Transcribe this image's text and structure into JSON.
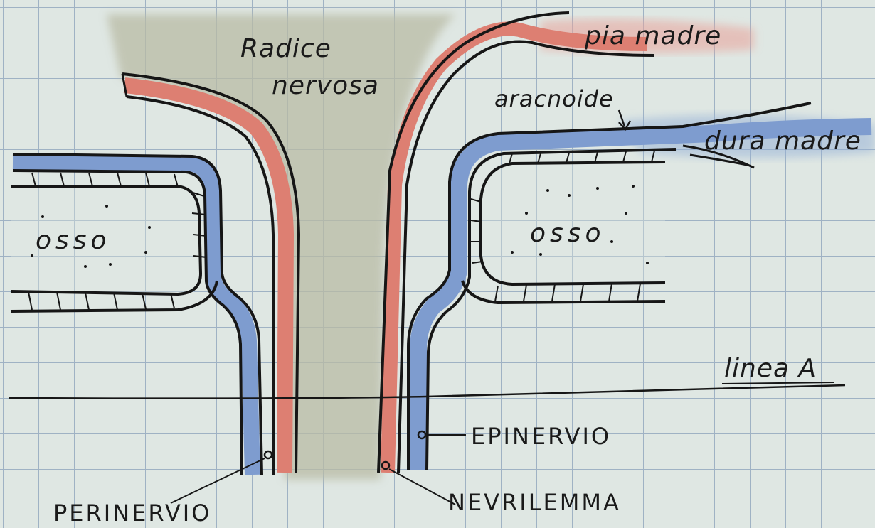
{
  "labels": {
    "radice_line1": "Radice",
    "radice_line2": "nervosa",
    "pia_madre": "pia madre",
    "aracnoide": "aracnoide",
    "dura_madre": "dura madre",
    "osso_left": "osso",
    "osso_right": "osso",
    "linea_a": "linea A",
    "epinervio": "EPINERVIO",
    "perinervio": "PERINERVIO",
    "nevrilemma": "NEVRILEMMA"
  },
  "colors": {
    "paper": "#dfe7e3",
    "grid": "#9fb2c4",
    "pencil_gray": "#b9bba5",
    "red_layer": "#dd7f72",
    "blue_layer": "#7e9ccf",
    "ink": "#161616"
  }
}
